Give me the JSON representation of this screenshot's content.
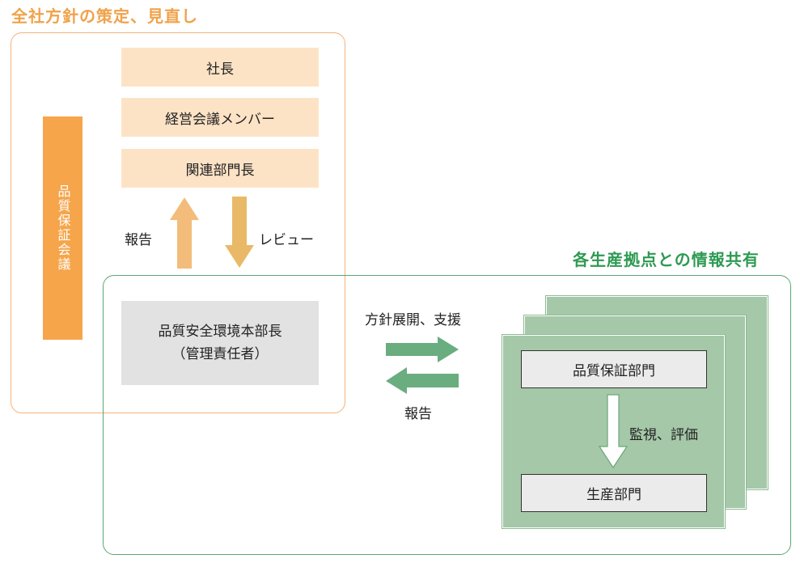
{
  "titles": {
    "top_left": "全社方針の策定、見直し",
    "right": "各生産拠点との情報共有"
  },
  "quality_council": {
    "label": "品質保証会議"
  },
  "management_boxes": [
    {
      "label": "社長"
    },
    {
      "label": "経営会議メンバー"
    },
    {
      "label": "関連部門長"
    }
  ],
  "head_box": {
    "line1": "品質安全環境本部長",
    "line2": "（管理責任者）"
  },
  "vertical_flow": {
    "up_label": "報告",
    "down_label": "レビュー"
  },
  "horizontal_flow": {
    "right_label": "方針展開、支援",
    "left_label": "報告"
  },
  "site_stack": {
    "top_box": "品質保証部門",
    "arrow_label": "監視、評価",
    "bottom_box": "生産部門"
  },
  "colors": {
    "orange": "#f6a54b",
    "orange_light": "#fde3c6",
    "green_title": "#2e9a52",
    "green_arrow": "#6aad7f",
    "green_card": "#a5c8a8",
    "gray_box": "#e2e2e2"
  }
}
